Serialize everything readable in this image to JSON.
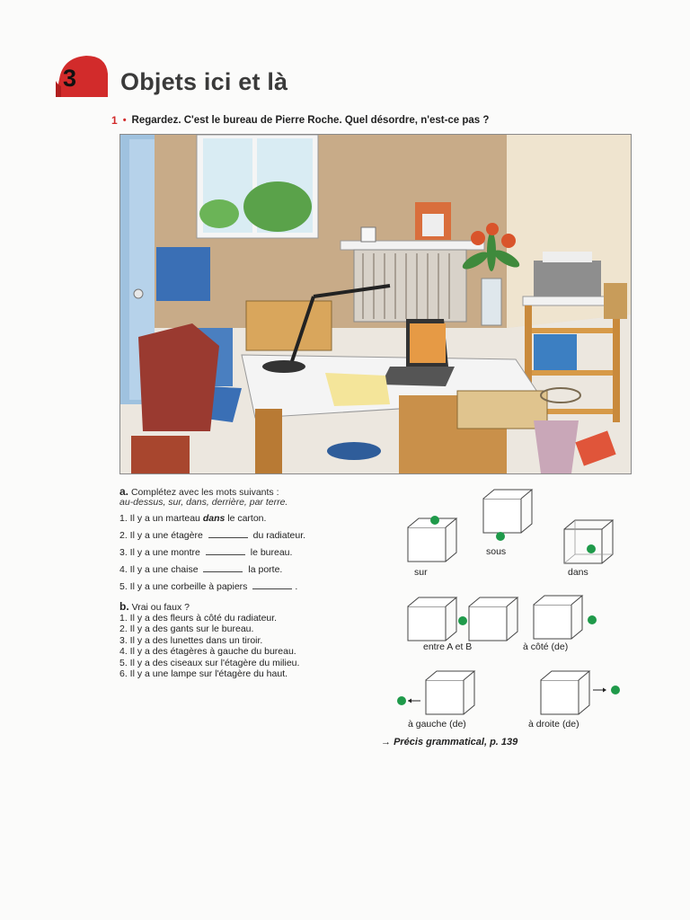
{
  "header": {
    "lesson_number": "3",
    "title": "Objets ici et là",
    "activity_marker": "1",
    "instruction": "Regardez. C'est le bureau de Pierre Roche. Quel désordre, n'est-ce pas ?"
  },
  "colors": {
    "accent_red": "#d22b2b",
    "dot_green": "#1f9a4a"
  },
  "exercise_a": {
    "label": "a.",
    "instruction": "Complétez avec les mots suivants :",
    "words": "au-dessus, sur, dans, derrière, par terre.",
    "items": [
      {
        "before": "1. Il y a un marteau ",
        "answer": "dans",
        "after": " le carton."
      },
      {
        "before": "2. Il y a une étagère ",
        "answer": "",
        "after": " du radiateur."
      },
      {
        "before": "3. Il y a une montre ",
        "answer": "",
        "after": " le bureau."
      },
      {
        "before": "4. Il y a une chaise ",
        "answer": "",
        "after": " la porte."
      },
      {
        "before": "5. Il y a une corbeille à papiers ",
        "answer": "",
        "after": "."
      }
    ]
  },
  "exercise_b": {
    "label": "b.",
    "instruction": "Vrai ou faux ?",
    "items": [
      "1. Il y a des fleurs à côté du radiateur.",
      "2. Il y a des gants sur le bureau.",
      "3. Il y a des lunettes dans un tiroir.",
      "4. Il y a des étagères à gauche du bureau.",
      "5. Il y a des ciseaux sur l'étagère du milieu.",
      "6. Il y a une lampe sur l'étagère du haut."
    ]
  },
  "prepositions": {
    "sur": "sur",
    "sous": "sous",
    "dans": "dans",
    "entre": "entre A et B",
    "cote": "à côté (de)",
    "gauche": "à gauche (de)",
    "droite": "à droite (de)"
  },
  "reference": {
    "arrow": "→",
    "text": "Précis grammatical",
    "page": ", p. 139"
  }
}
